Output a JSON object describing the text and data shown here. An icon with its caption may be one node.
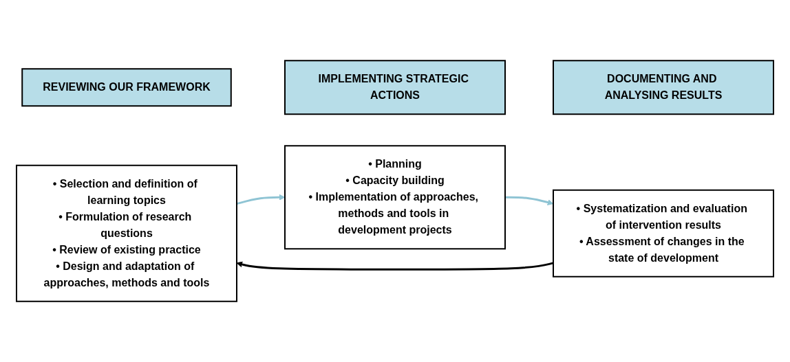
{
  "diagram": {
    "nodes": [
      {
        "text": [
          "REVIEWING OUR FRAMEWORK"
        ]
      },
      {
        "text": [
          "• Selection and definition of learning topics",
          "• Formulation of research questions",
          "• Review of existing practice",
          "• Design and adaptation of approaches, methods and tools"
        ]
      },
      {
        "text": [
          "IMPLEMENTING STRATEGIC ACTIONS"
        ]
      },
      {
        "text": [
          "• Planning",
          "• Capacity building",
          "• Implementation of approaches, methods and tools in development projects"
        ]
      },
      {
        "text": [
          "DOCUMENTING AND ANALYSING RESULTS"
        ]
      },
      {
        "text": [
          "• Systematization and evaluation of intervention results",
          "• Assessment of changes in the state of development"
        ]
      }
    ],
    "edges": [
      {
        "from": 1,
        "to": 3,
        "arrow": "to"
      },
      {
        "from": 3,
        "to": 5,
        "arrow": "to"
      },
      {
        "from": 5,
        "to": 1,
        "arrow": "to",
        "color": "#000000"
      }
    ]
  }
}
